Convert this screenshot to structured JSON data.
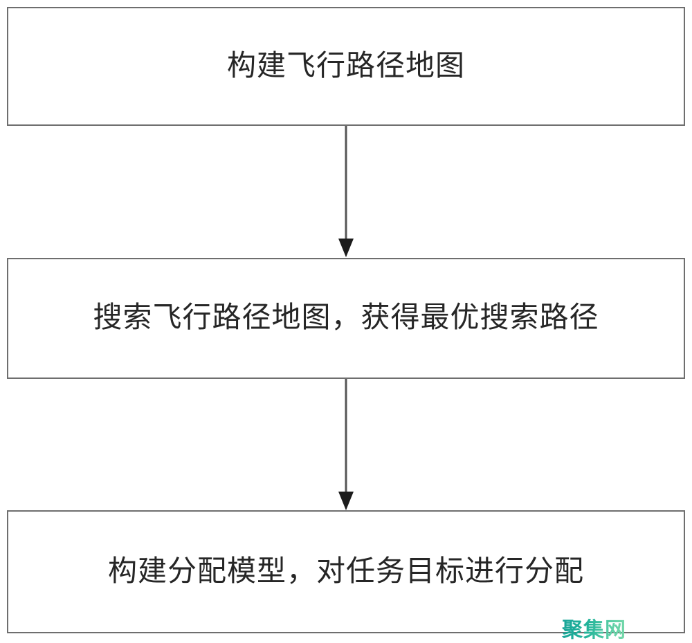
{
  "diagram": {
    "type": "flowchart",
    "orientation": "vertical",
    "background_color": "#ffffff",
    "box_border_color": "#6e6e6e",
    "text_color": "#262626",
    "arrow_color": "#555555",
    "nodes": [
      {
        "id": "node-1",
        "label": "构建飞行路径地图",
        "shape": "rectangle",
        "order": 1
      },
      {
        "id": "node-2",
        "label": "搜索飞行路径地图，获得最优搜索路径",
        "shape": "rectangle",
        "order": 2
      },
      {
        "id": "node-3",
        "label": "构建分配模型，对任务目标进行分配",
        "shape": "rectangle",
        "order": 3
      }
    ],
    "edges": [
      {
        "id": "edge-1",
        "from": "node-1",
        "to": "node-2",
        "style": "solid-arrow",
        "label": ""
      },
      {
        "id": "edge-2",
        "from": "node-2",
        "to": "node-3",
        "style": "solid-arrow",
        "label": ""
      }
    ]
  },
  "watermark": {
    "text": "聚集网",
    "color_start": "#17a398",
    "color_end": "#79d9a9"
  }
}
